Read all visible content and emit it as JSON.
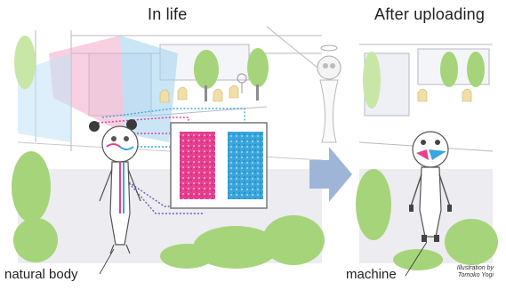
{
  "titles": {
    "left": "In life",
    "right": "After uploading"
  },
  "labels": {
    "left": "natural body",
    "right": "machine"
  },
  "credit": {
    "line1": "Illustration by",
    "line2": "Tomoko Yogi"
  },
  "colors": {
    "pink": "#e6408f",
    "blue": "#3aa6dd",
    "arrow": "#9fb5d8",
    "foliage": "#a6d47a",
    "ground": "#e9e9ee"
  }
}
